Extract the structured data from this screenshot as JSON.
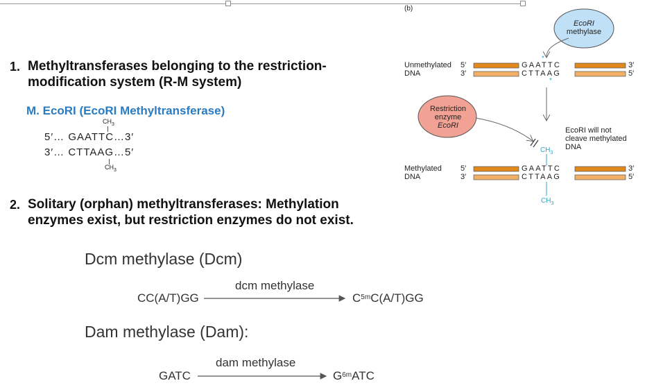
{
  "list": {
    "item1": {
      "number": "1.",
      "line1": "Methyltransferases belonging to the restriction-",
      "line2": "modification system (R-M system)",
      "subtitle": "M. EcoRI (EcoRI Methyltransferase)",
      "methyl_label_top": "CH",
      "methyl_label_bottom": "CH",
      "methyl_subscript": "3",
      "seq_top": "5′… GAATTC…3′",
      "seq_bottom": "3′… CTTAAG…5′"
    },
    "item2": {
      "number": "2.",
      "line1": "Solitary (orphan) methyltransferases: Methylation",
      "line2": "enzymes exist, but restriction enzymes do not exist."
    }
  },
  "dcm": {
    "title": "Dcm methylase (Dcm)",
    "substrate": "CC(A/T)GG",
    "enzyme": "dcm methylase",
    "product_prefix": "C",
    "product_sup": "5m",
    "product_suffix": "C(A/T)GG"
  },
  "dam": {
    "title": "Dam methylase (Dam):",
    "substrate": "GATC",
    "enzyme": "dam methylase",
    "product_prefix": "G",
    "product_sup": "6m",
    "product_suffix": "ATC"
  },
  "figure": {
    "panel_label": "(b)",
    "methylase_bubble": {
      "line1": "EcoRI",
      "line2": "methylase"
    },
    "restriction_bubble": {
      "line1": "Restriction",
      "line2": "enzyme",
      "line3": "EcoRI"
    },
    "unmethylated_label": {
      "line1": "Unmethylated",
      "line2": "DNA"
    },
    "methylated_label": {
      "line1": "Methylated",
      "line2": "DNA"
    },
    "strand_top_seq": "GAATTC",
    "strand_bottom_seq": "CTTAAG",
    "five_prime": "5′",
    "three_prime": "3′",
    "asterisk": "*",
    "ch3": "CH",
    "ch3_sub": "3",
    "note": {
      "line1": "EcoRI will not",
      "line2": "cleave methylated",
      "line3": "DNA"
    },
    "colors": {
      "strand_dark": "#e08a1e",
      "strand_light": "#f2b066",
      "methyl_blue": "#2fa9c9",
      "methylase_bubble": "#bfe0f7",
      "restriction_bubble": "#f2a295"
    }
  }
}
